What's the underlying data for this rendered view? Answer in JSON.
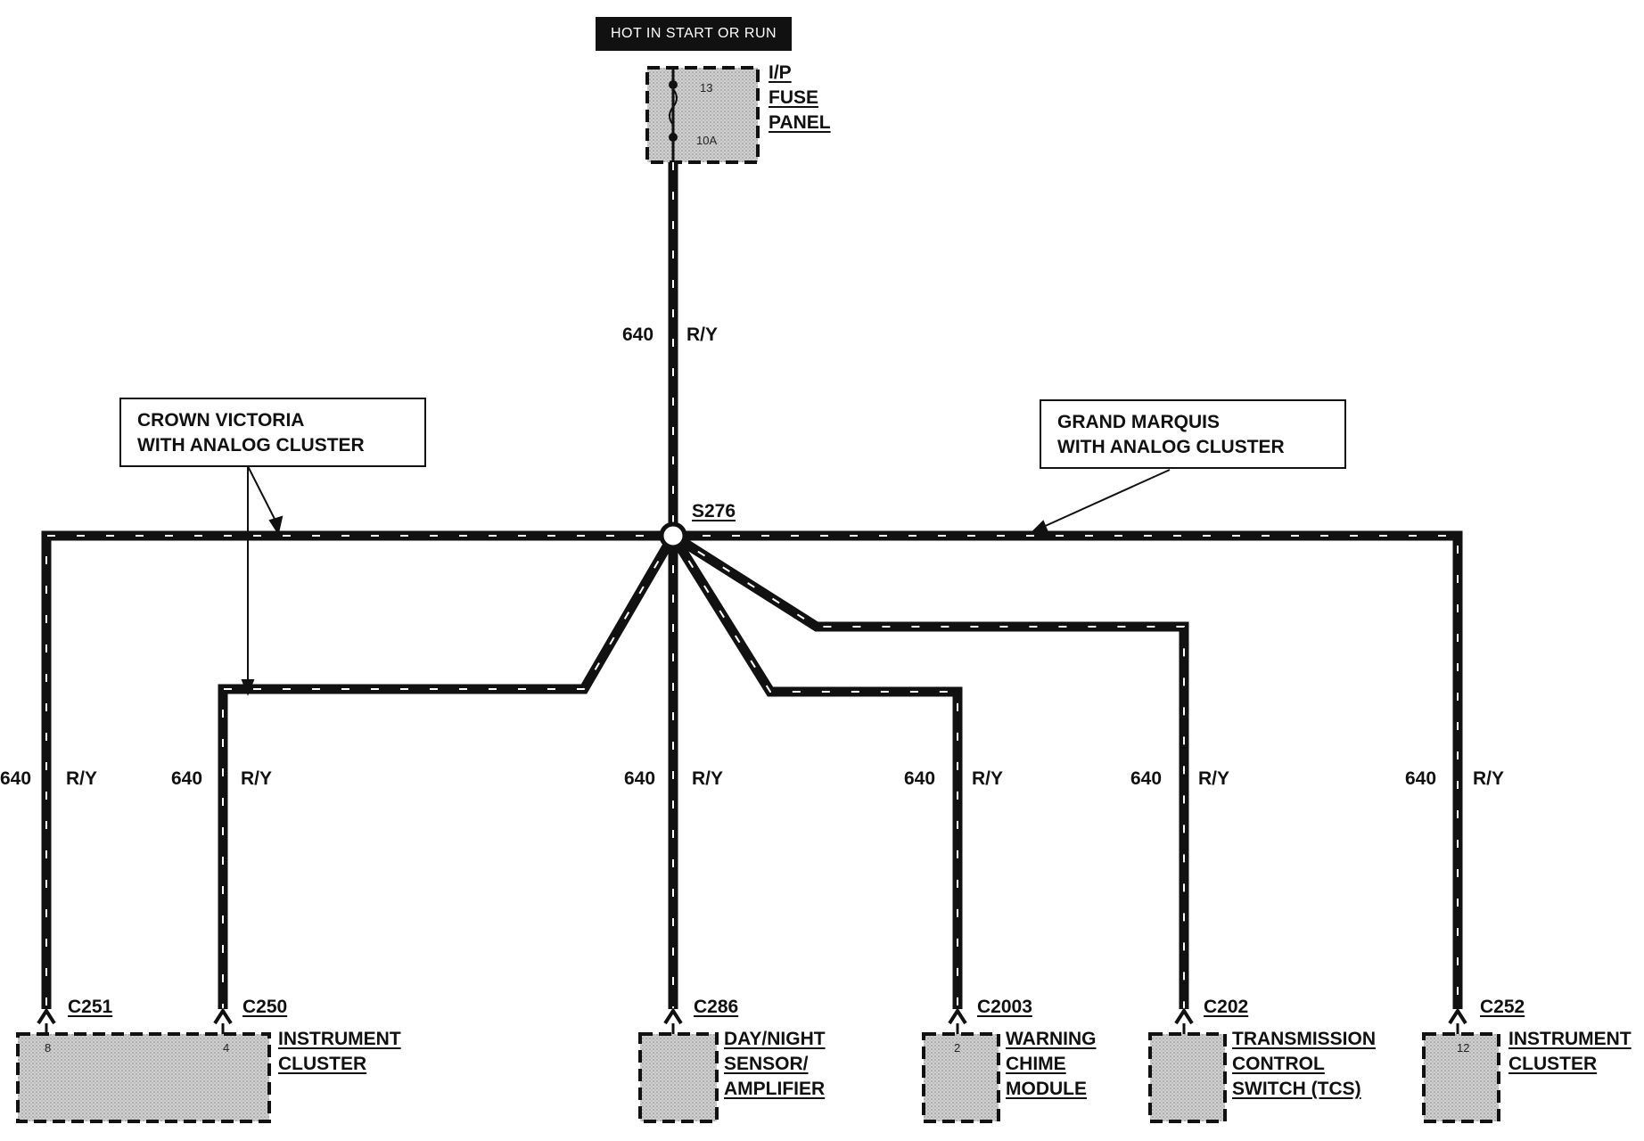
{
  "header": {
    "hot_label": "HOT IN START OR RUN"
  },
  "fuse": {
    "title_lines": [
      "I/P",
      "FUSE",
      "PANEL"
    ],
    "number": "13",
    "rating": "10A"
  },
  "splice": {
    "label": "S276"
  },
  "feed_wire": {
    "circuit": "640",
    "color": "R/Y"
  },
  "notes": {
    "left": [
      "CROWN VICTORIA",
      "WITH ANALOG CLUSTER"
    ],
    "right": [
      "GRAND MARQUIS",
      "WITH ANALOG CLUSTER"
    ]
  },
  "branches": [
    {
      "circuit": "640",
      "color": "R/Y",
      "connector": "C251",
      "pin": "8"
    },
    {
      "circuit": "640",
      "color": "R/Y",
      "connector": "C250",
      "pin": "4"
    },
    {
      "circuit": "640",
      "color": "R/Y",
      "connector": "C286",
      "pin": ""
    },
    {
      "circuit": "640",
      "color": "R/Y",
      "connector": "C2003",
      "pin": "2"
    },
    {
      "circuit": "640",
      "color": "R/Y",
      "connector": "C202",
      "pin": ""
    },
    {
      "circuit": "640",
      "color": "R/Y",
      "connector": "C252",
      "pin": "12"
    }
  ],
  "components": [
    {
      "lines": [
        "INSTRUMENT",
        "CLUSTER"
      ]
    },
    {
      "lines": [
        "DAY/NIGHT",
        "SENSOR/",
        "AMPLIFIER"
      ]
    },
    {
      "lines": [
        "WARNING",
        "CHIME",
        "MODULE"
      ]
    },
    {
      "lines": [
        "TRANSMISSION",
        "CONTROL",
        "SWITCH (TCS)"
      ]
    },
    {
      "lines": [
        "INSTRUMENT",
        "CLUSTER"
      ]
    }
  ],
  "colors": {
    "wire": "#111111",
    "component_fill": "#c8c8c8",
    "label_bg": "#111111"
  }
}
